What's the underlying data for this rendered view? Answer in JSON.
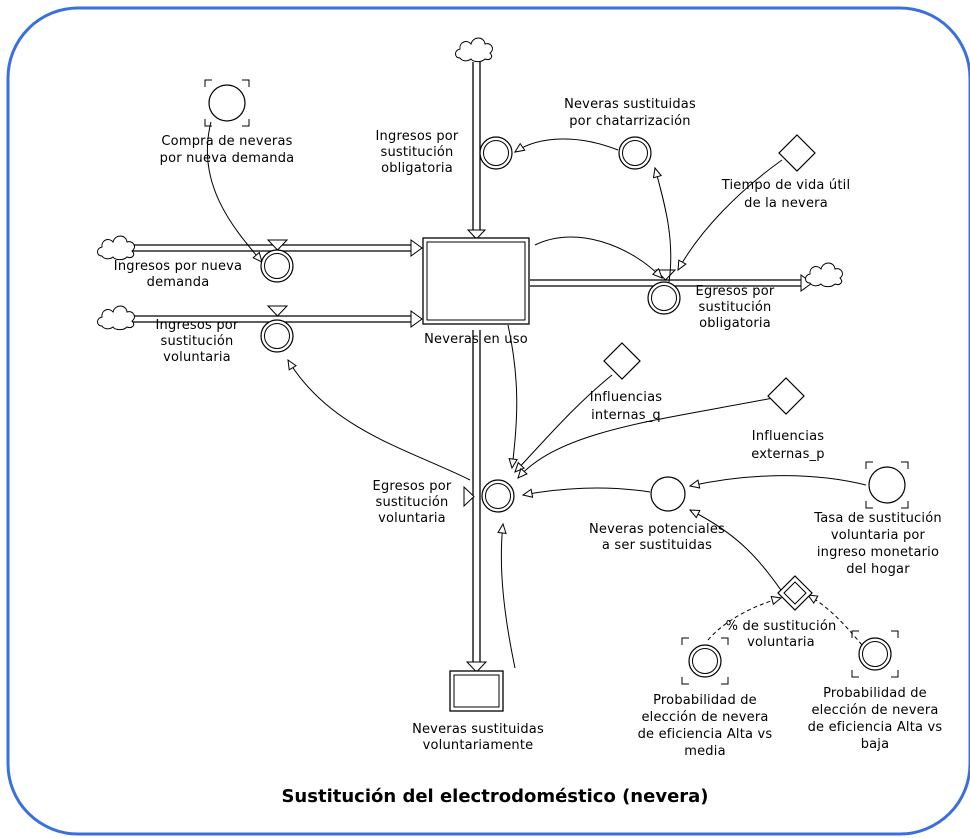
{
  "diagram": {
    "title": "Sustitución del electrodoméstico (nevera)",
    "border_color": "#3b6fe0",
    "stocks": {
      "neveras_en_uso": "Neveras en uso",
      "neveras_sustituidas_voluntariamente": [
        "Neveras sustituidas",
        "voluntariamente"
      ]
    },
    "flows": {
      "ingresos_nueva_demanda": [
        "Ingresos por nueva",
        "demanda"
      ],
      "ingresos_sustitucion_voluntaria": [
        "Ingresos por",
        "sustitución",
        "voluntaria"
      ],
      "ingresos_sustitucion_obligatoria": [
        "Ingresos por",
        "sustitución",
        "obligatoria"
      ],
      "egresos_sustitucion_obligatoria": [
        "Egresos por",
        "sustitución",
        "obligatoria"
      ],
      "egresos_sustitucion_voluntaria": [
        "Egresos por",
        "sustitución",
        "voluntaria"
      ]
    },
    "auxiliaries": {
      "compra_neveras": [
        "Compra de neveras",
        "por nueva demanda"
      ],
      "neveras_chatarrizacion": [
        "Neveras sustituidas",
        "por chatarrización"
      ],
      "neveras_potenciales": [
        "Neveras potenciales",
        "a ser sustituidas"
      ],
      "tasa_sustitucion": [
        "Tasa de sustitución",
        "voluntaria por",
        "ingreso monetario",
        "del hogar"
      ],
      "prob_alta_media": [
        "Probabilidad de",
        "elección de nevera",
        "de eficiencia Alta vs",
        "media"
      ],
      "prob_alta_baja": [
        "Probabilidad de",
        "elección de nevera",
        "de eficiencia Alta vs",
        "baja"
      ],
      "pct_sustitucion": [
        "% de sustitución",
        "voluntaria"
      ]
    },
    "constants": {
      "tiempo_vida_util": [
        "Tiempo de vida útil",
        "de la nevera"
      ],
      "influencias_internas": [
        "Influencias",
        "internas_q"
      ],
      "influencias_externas": [
        "Influencias",
        "externas_p"
      ]
    }
  }
}
